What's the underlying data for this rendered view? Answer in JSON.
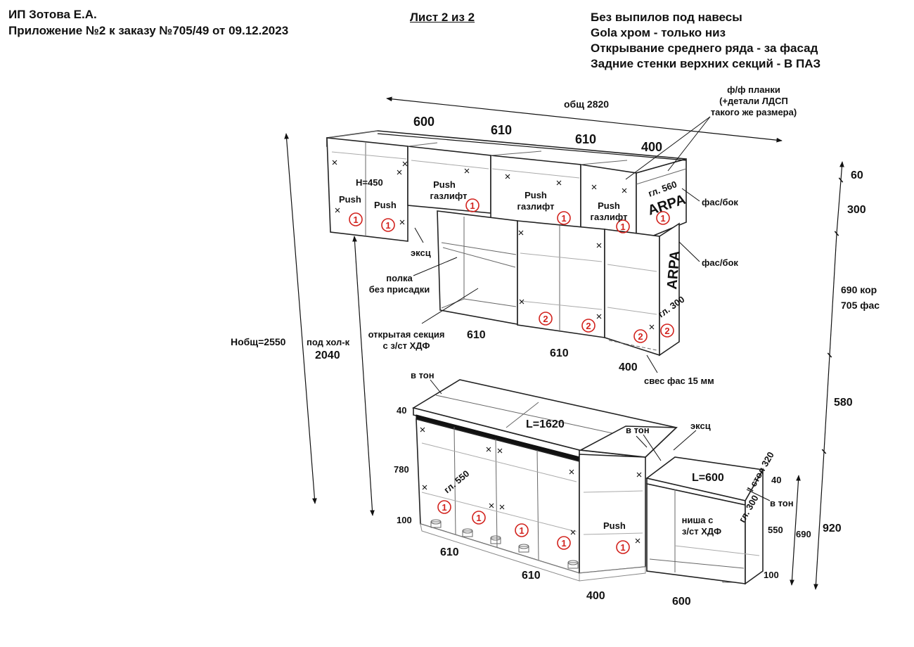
{
  "header": {
    "company": "ИП Зотова Е.А.",
    "appendix": "Приложение №2 к заказу №705/49 от 09.12.2023",
    "sheet": "Лист 2 из 2",
    "notes": [
      "Без выпилов под навесы",
      "Gola хром - только низ",
      "Открывание среднего ряда - за фасад",
      "Задние стенки верхних секций - В ПАЗ"
    ]
  },
  "dimensions": {
    "total_width": "общ 2820",
    "top_widths": [
      "600",
      "610",
      "610",
      "400"
    ],
    "mid_widths": [
      "610",
      "610",
      "400"
    ],
    "bottom_widths": [
      "610",
      "610",
      "400",
      "600"
    ],
    "total_height": "Нобщ=2550",
    "fridge_label": "под хол-к",
    "fridge_height": "2040",
    "right_60": "60",
    "right_300": "300",
    "right_690": "690 кор",
    "right_705": "705 фас",
    "right_580": "580",
    "right_920": "920",
    "inner_690": "690",
    "h450": "H=450",
    "l1620": "L=1620",
    "l600": "L=600",
    "h40_left": "40",
    "h780": "780",
    "h100_left": "100",
    "h40_right": "40",
    "h550": "550",
    "h100_right": "100"
  },
  "labels": {
    "planks": "ф/ф планки",
    "planks_note_1": "(+детали ЛДСП",
    "planks_note_2": "такого же размера)",
    "fas_bok_top": "фас/бок",
    "fas_bok_mid": "фас/бок",
    "gl560": "гл. 560",
    "arpa_top": "ARPA",
    "arpa_mid": "ARPA",
    "gl300_mid": "гл. 300",
    "eksc_top": "эксц",
    "shelf_1": "полка",
    "shelf_2": "без присадки",
    "open_1": "открытая секция",
    "open_2": "с з/ст ХДФ",
    "overhang": "свес фас 15 мм",
    "v_ton_left": "в тон",
    "v_ton_mid": "в тон",
    "eksc_bottom": "эксц",
    "stol": "! стол 320",
    "v_ton_right": "в тон",
    "gl300_bottom": "гл. 300",
    "gl550": "гл. 550",
    "niche_1": "ниша с",
    "niche_2": "з/ст ХДФ",
    "push_1": "Push",
    "push_2": "Push",
    "push_3": "Push",
    "push_3b": "газлифт",
    "push_4": "Push",
    "push_4b": "газлифт",
    "push_5": "Push",
    "push_5b": "газлифт",
    "push_bottom": "Push"
  },
  "markers": {
    "one": "1",
    "two": "2"
  },
  "colors": {
    "ink": "#111111",
    "marker": "#d2231e"
  }
}
